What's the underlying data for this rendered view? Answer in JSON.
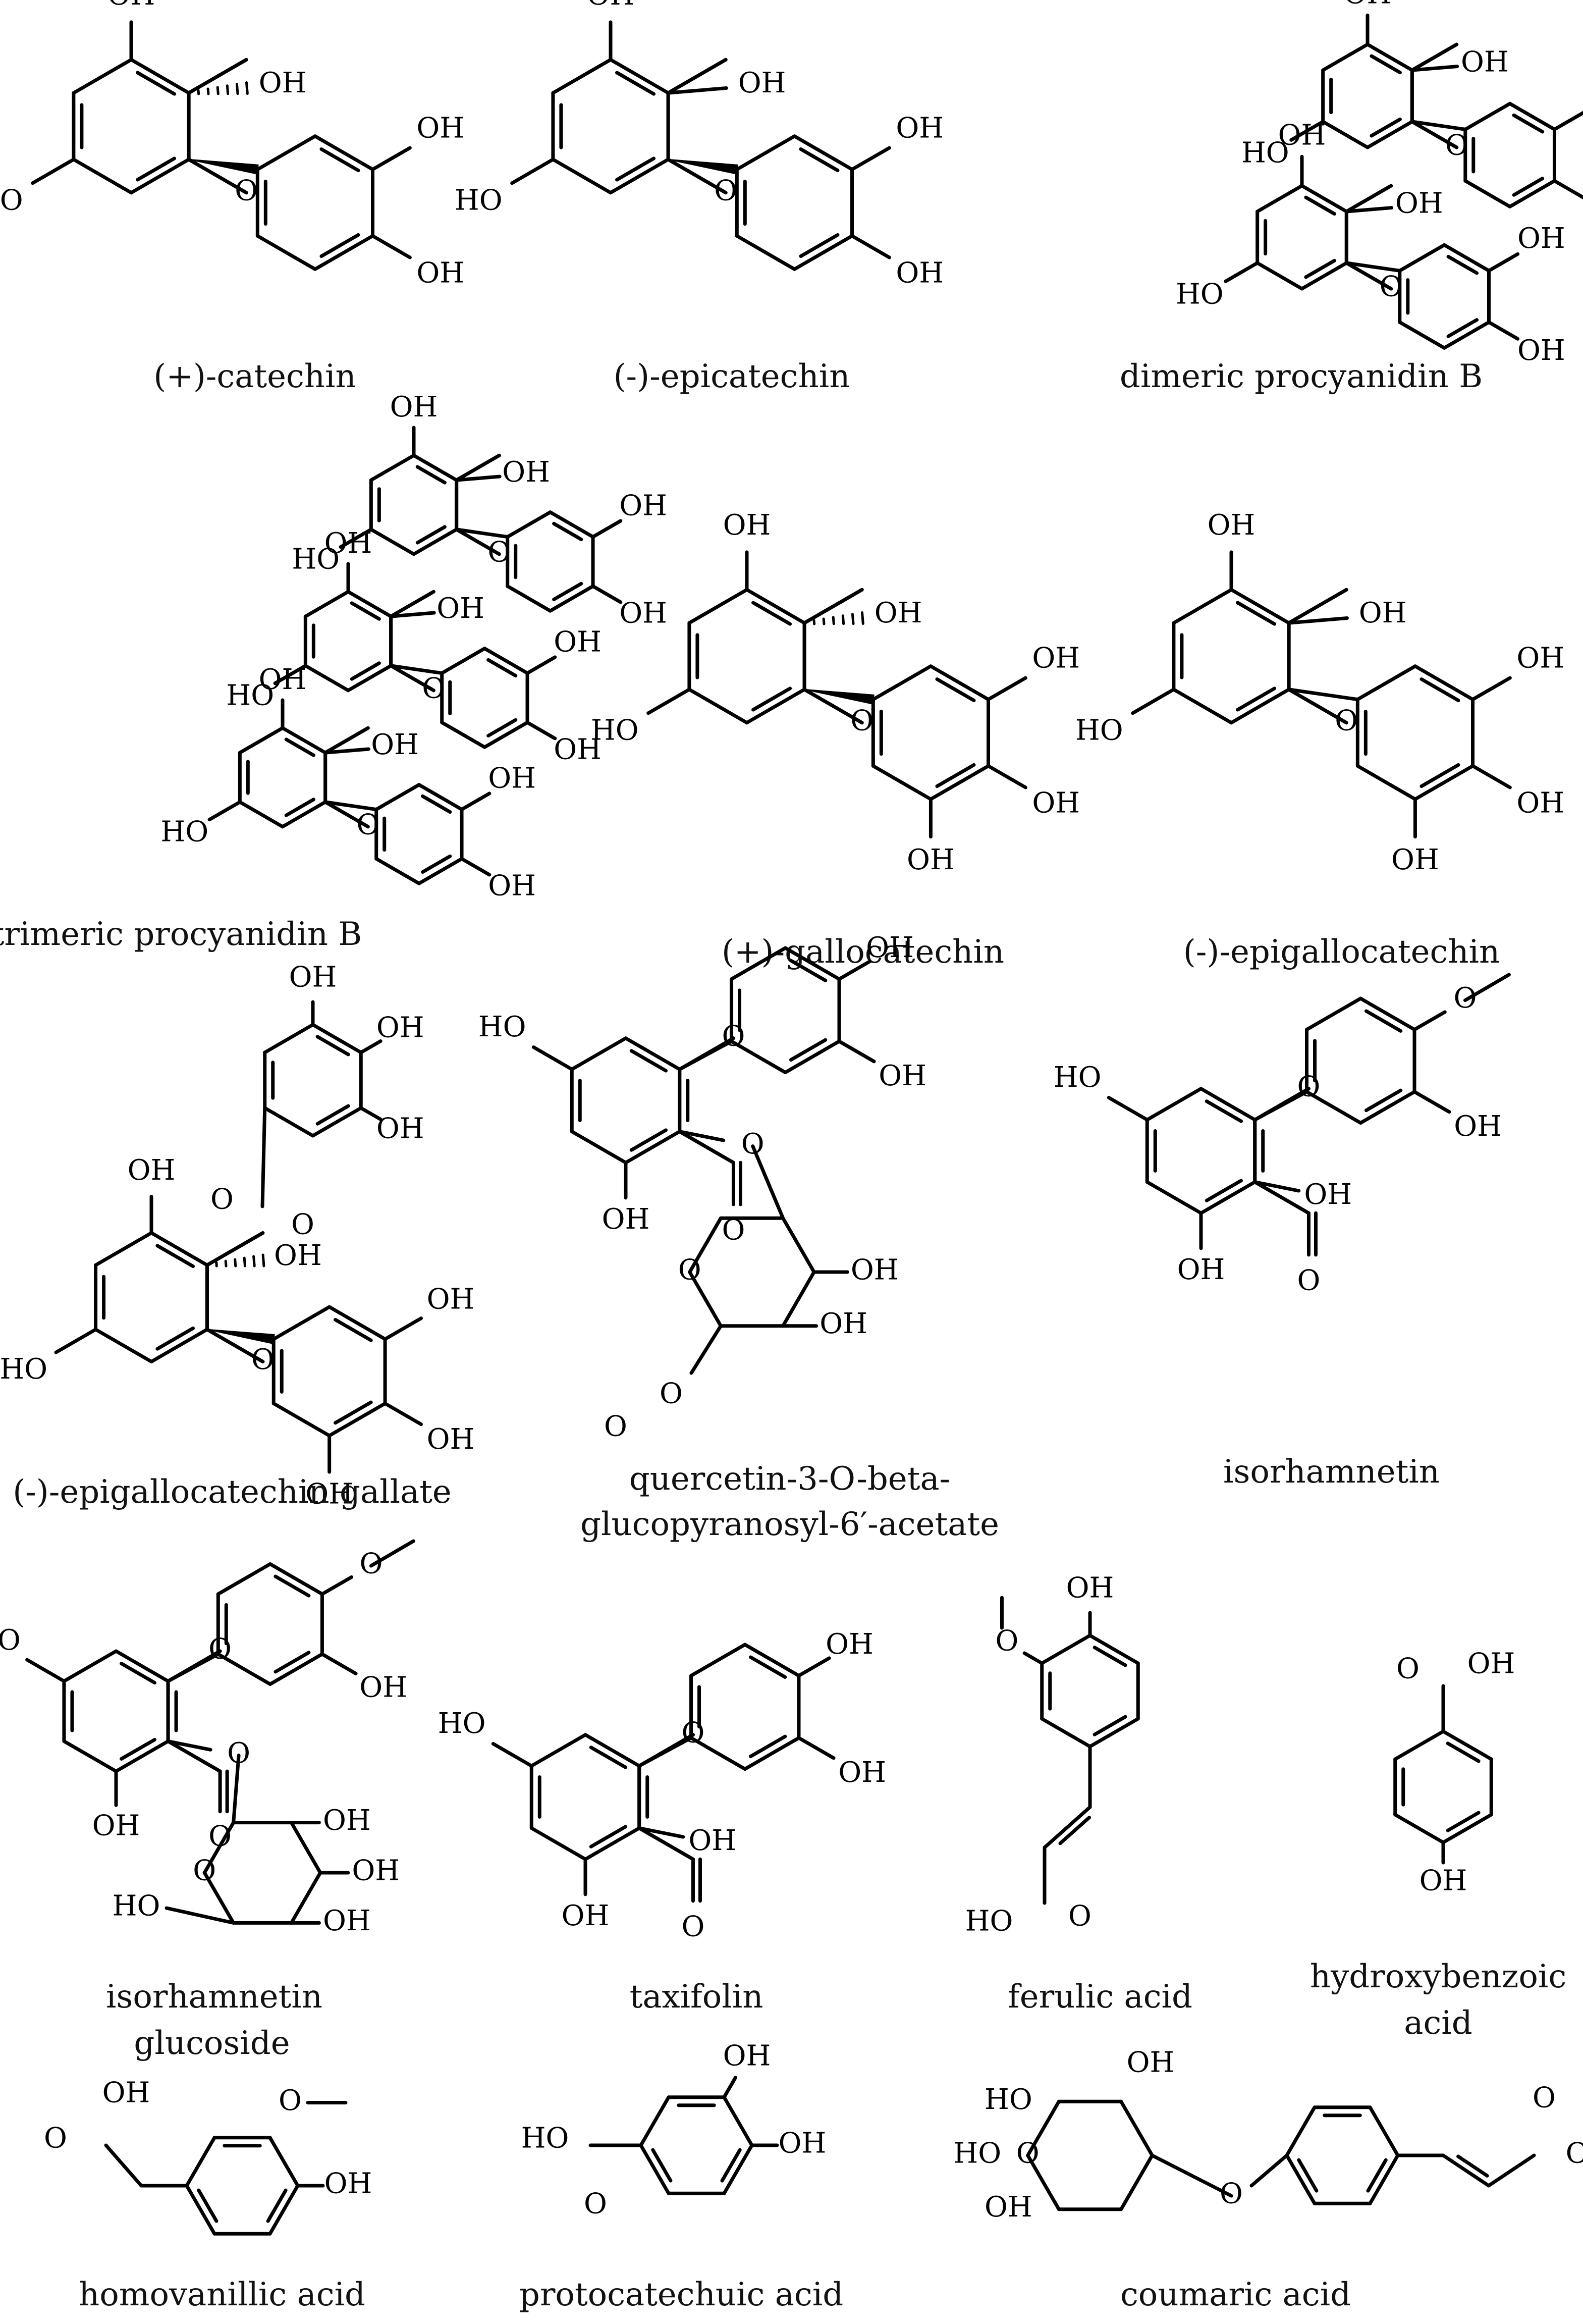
{
  "compounds": [
    {
      "name": "(+)-catechin"
    },
    {
      "name": "(-)-epicatechin"
    },
    {
      "name": "dimeric procyanidin B"
    },
    {
      "name": "trimeric procyanidin B"
    },
    {
      "name": "(+)-gallocatechin"
    },
    {
      "name": "(-)-epigallocatechin"
    },
    {
      "name": "(-)-epigallocatechin gallate"
    },
    {
      "name": "quercetin-3-O-beta-glucopyranosyl-6′-acetate"
    },
    {
      "name": "isorhamnetin"
    },
    {
      "name": "isorhamnetin glucoside"
    },
    {
      "name": "taxifolin"
    },
    {
      "name": "ferulic acid"
    },
    {
      "name": "hydroxybenzoic acid"
    },
    {
      "name": "homovanillic acid"
    },
    {
      "name": "protocatechuic acid"
    },
    {
      "name": "coumaric acid"
    }
  ],
  "atom_labels": {
    "oh": "OH",
    "ho": "HO",
    "o": "O"
  }
}
